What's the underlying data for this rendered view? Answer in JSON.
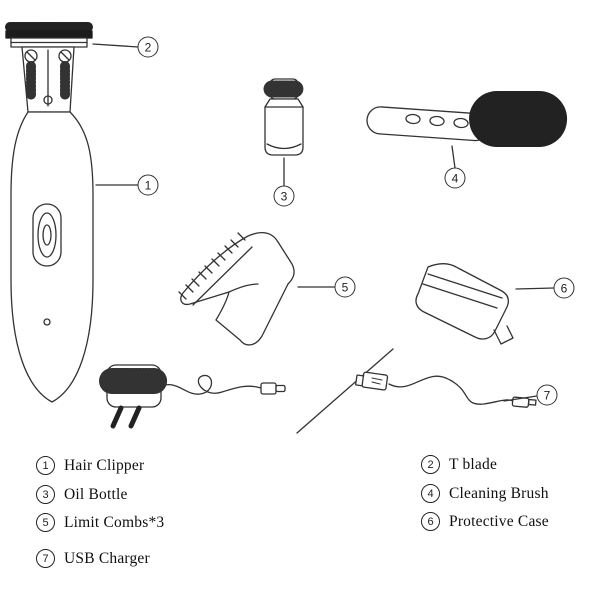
{
  "callouts": {
    "1": "1",
    "2": "2",
    "3": "3",
    "4": "4",
    "5": "5",
    "6": "6",
    "7": "7"
  },
  "legend": {
    "left": [
      {
        "num": "1",
        "label": "Hair Clipper"
      },
      {
        "num": "3",
        "label": "Oil Bottle"
      },
      {
        "num": "5",
        "label": "Limit Combs*3"
      },
      {
        "num": "7",
        "label": "USB Charger"
      }
    ],
    "right": [
      {
        "num": "2",
        "label": "T blade"
      },
      {
        "num": "4",
        "label": "Cleaning Brush"
      },
      {
        "num": "6",
        "label": "Protective Case"
      }
    ]
  }
}
